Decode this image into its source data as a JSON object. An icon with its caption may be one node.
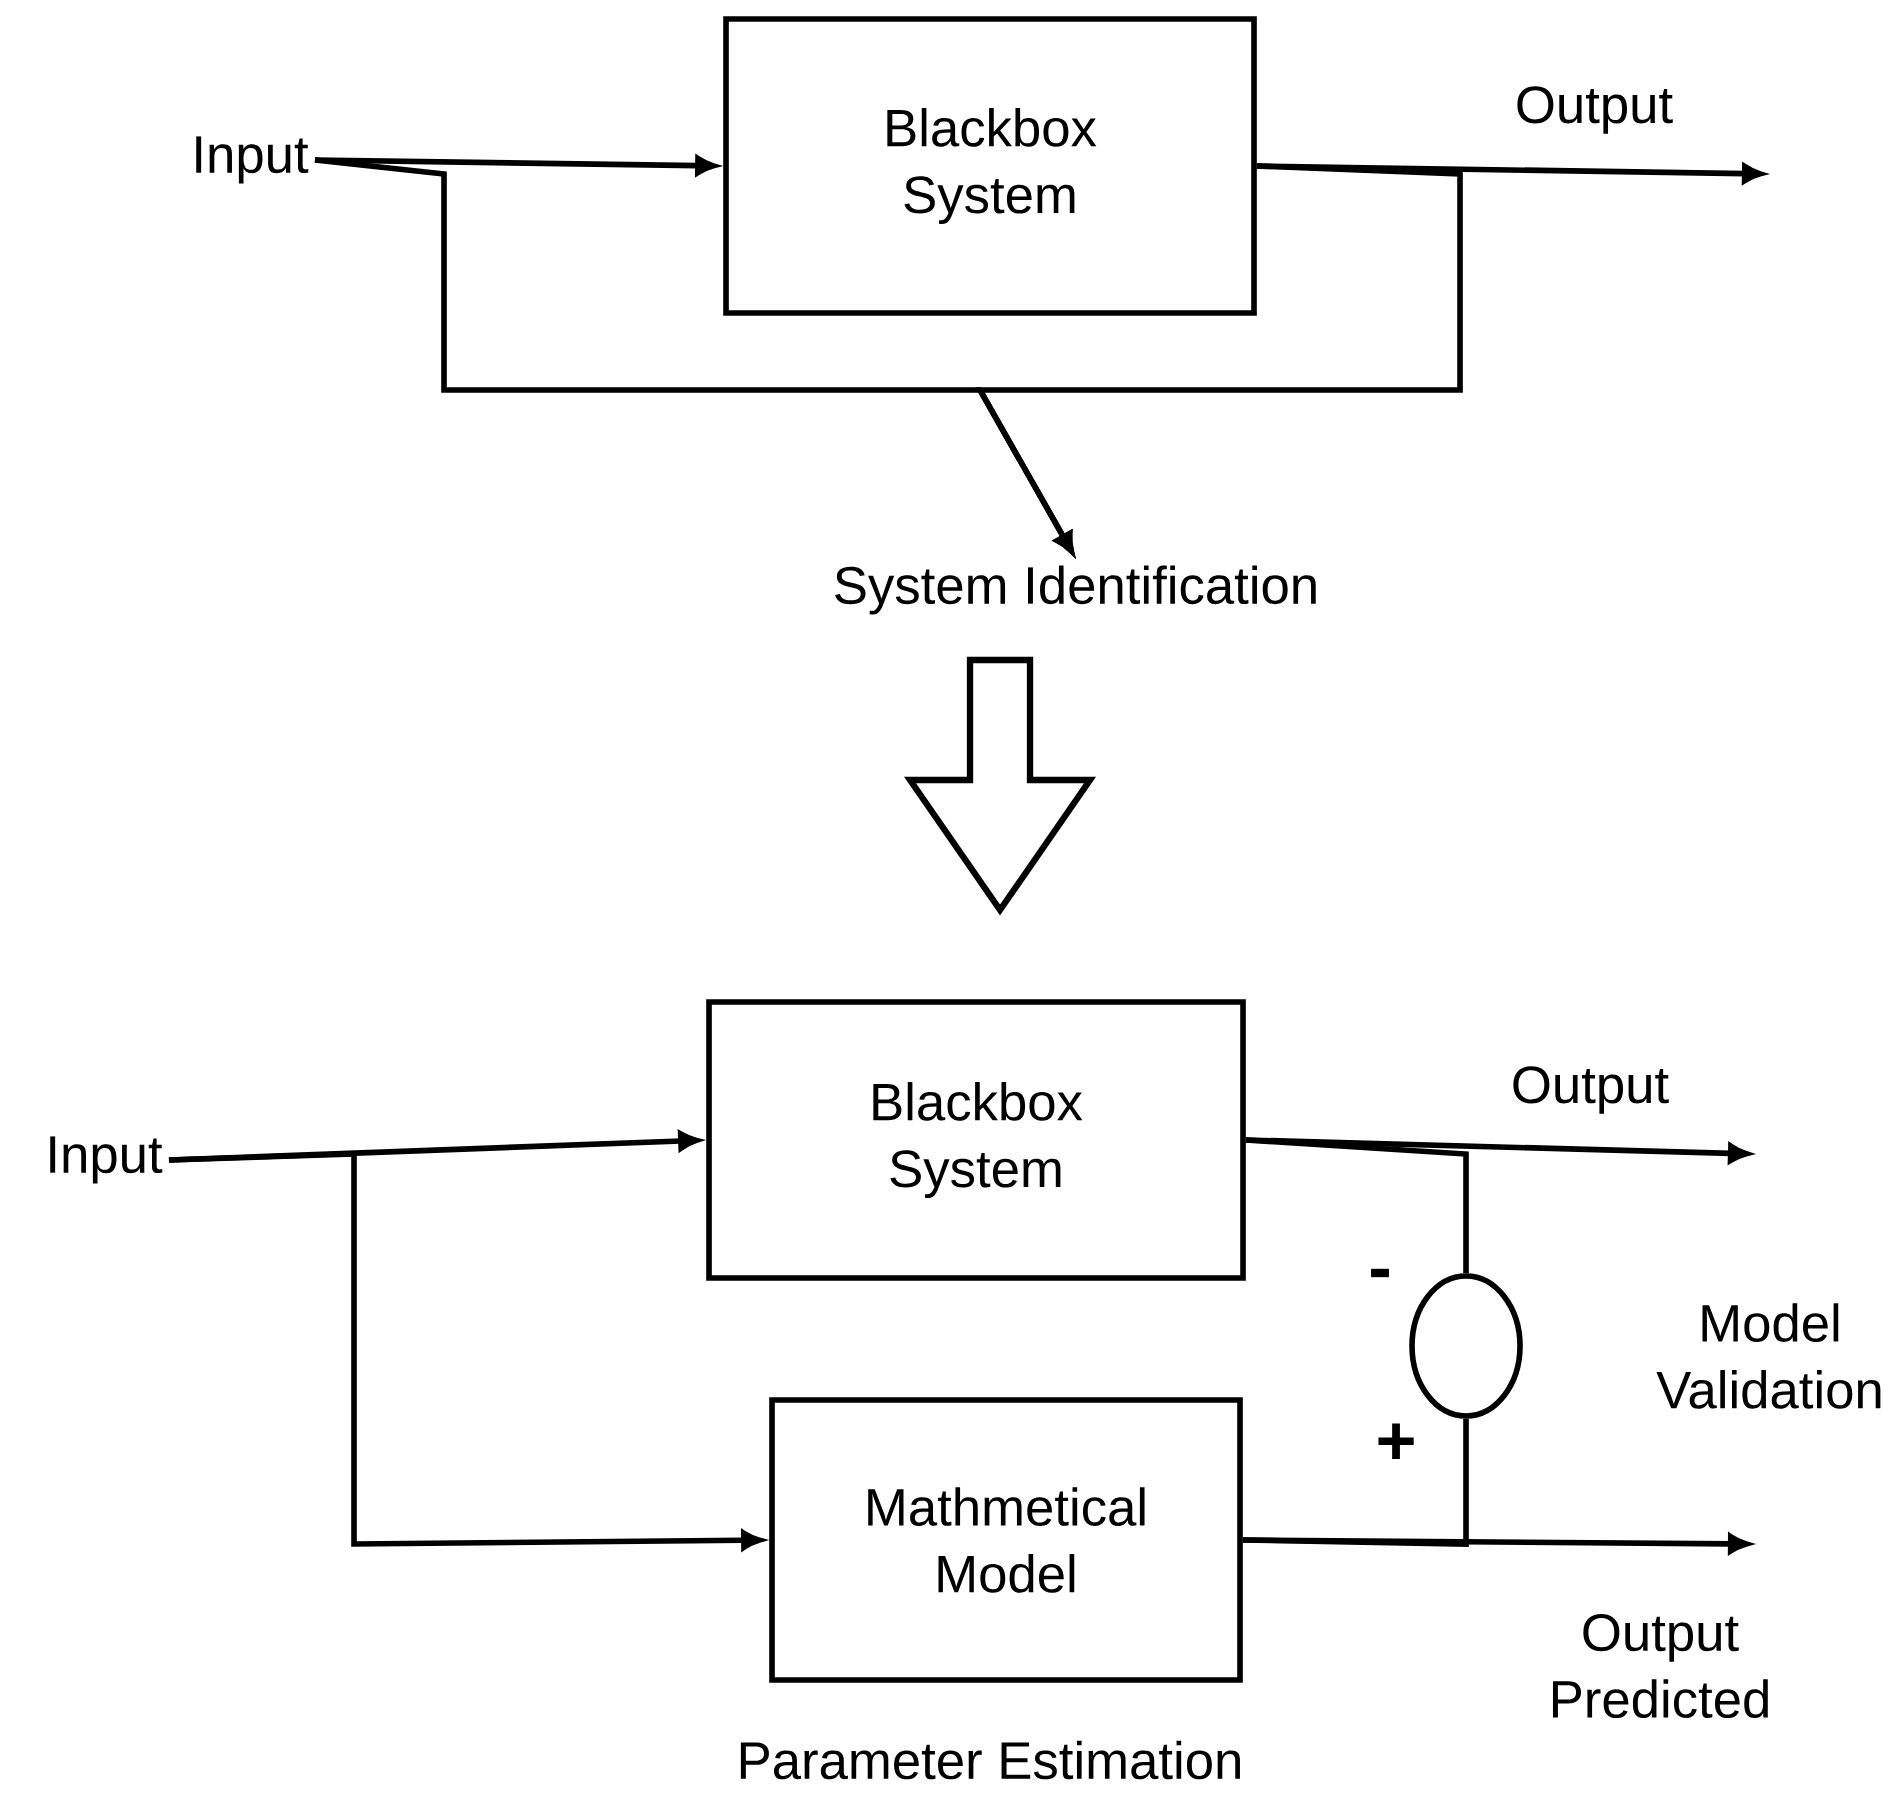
{
  "diagram": {
    "nodes": [
      {
        "text": [
          "Input"
        ]
      },
      {
        "text": [
          "Blackbox System"
        ]
      },
      {
        "text": [
          "System Identification"
        ]
      },
      {
        "text": [
          "Input"
        ]
      },
      {
        "text": [
          "Blackbox System"
        ]
      },
      {
        "text": [
          "Mathmetical Model"
        ],
        "beside": [
          "Parameter Estimation"
        ]
      },
      {
        "text": [],
        "shape": "circle",
        "beside": [
          "Model Validation"
        ]
      }
    ],
    "edges": [
      {
        "from": 0,
        "to": 1,
        "arrow": "to"
      },
      {
        "from": 0,
        "to": 2,
        "arrow": "to"
      },
      {
        "from": 1,
        "to": 2,
        "arrow": "to"
      },
      {
        "from": 1,
        "to": null,
        "arrow": "to",
        "label": "Output"
      },
      {
        "from": 3,
        "to": 4,
        "arrow": "to"
      },
      {
        "from": 3,
        "to": 5,
        "arrow": "to"
      },
      {
        "from": 4,
        "to": null,
        "arrow": "to",
        "label": "Output"
      },
      {
        "from": 5,
        "to": null,
        "arrow": "to",
        "label": "Output Predicted"
      },
      {
        "from": 4,
        "to": 6,
        "arrow": "none"
      },
      {
        "from": 5,
        "to": 6,
        "arrow": "none"
      }
    ],
    "labels": [
      "-",
      "+"
    ]
  }
}
